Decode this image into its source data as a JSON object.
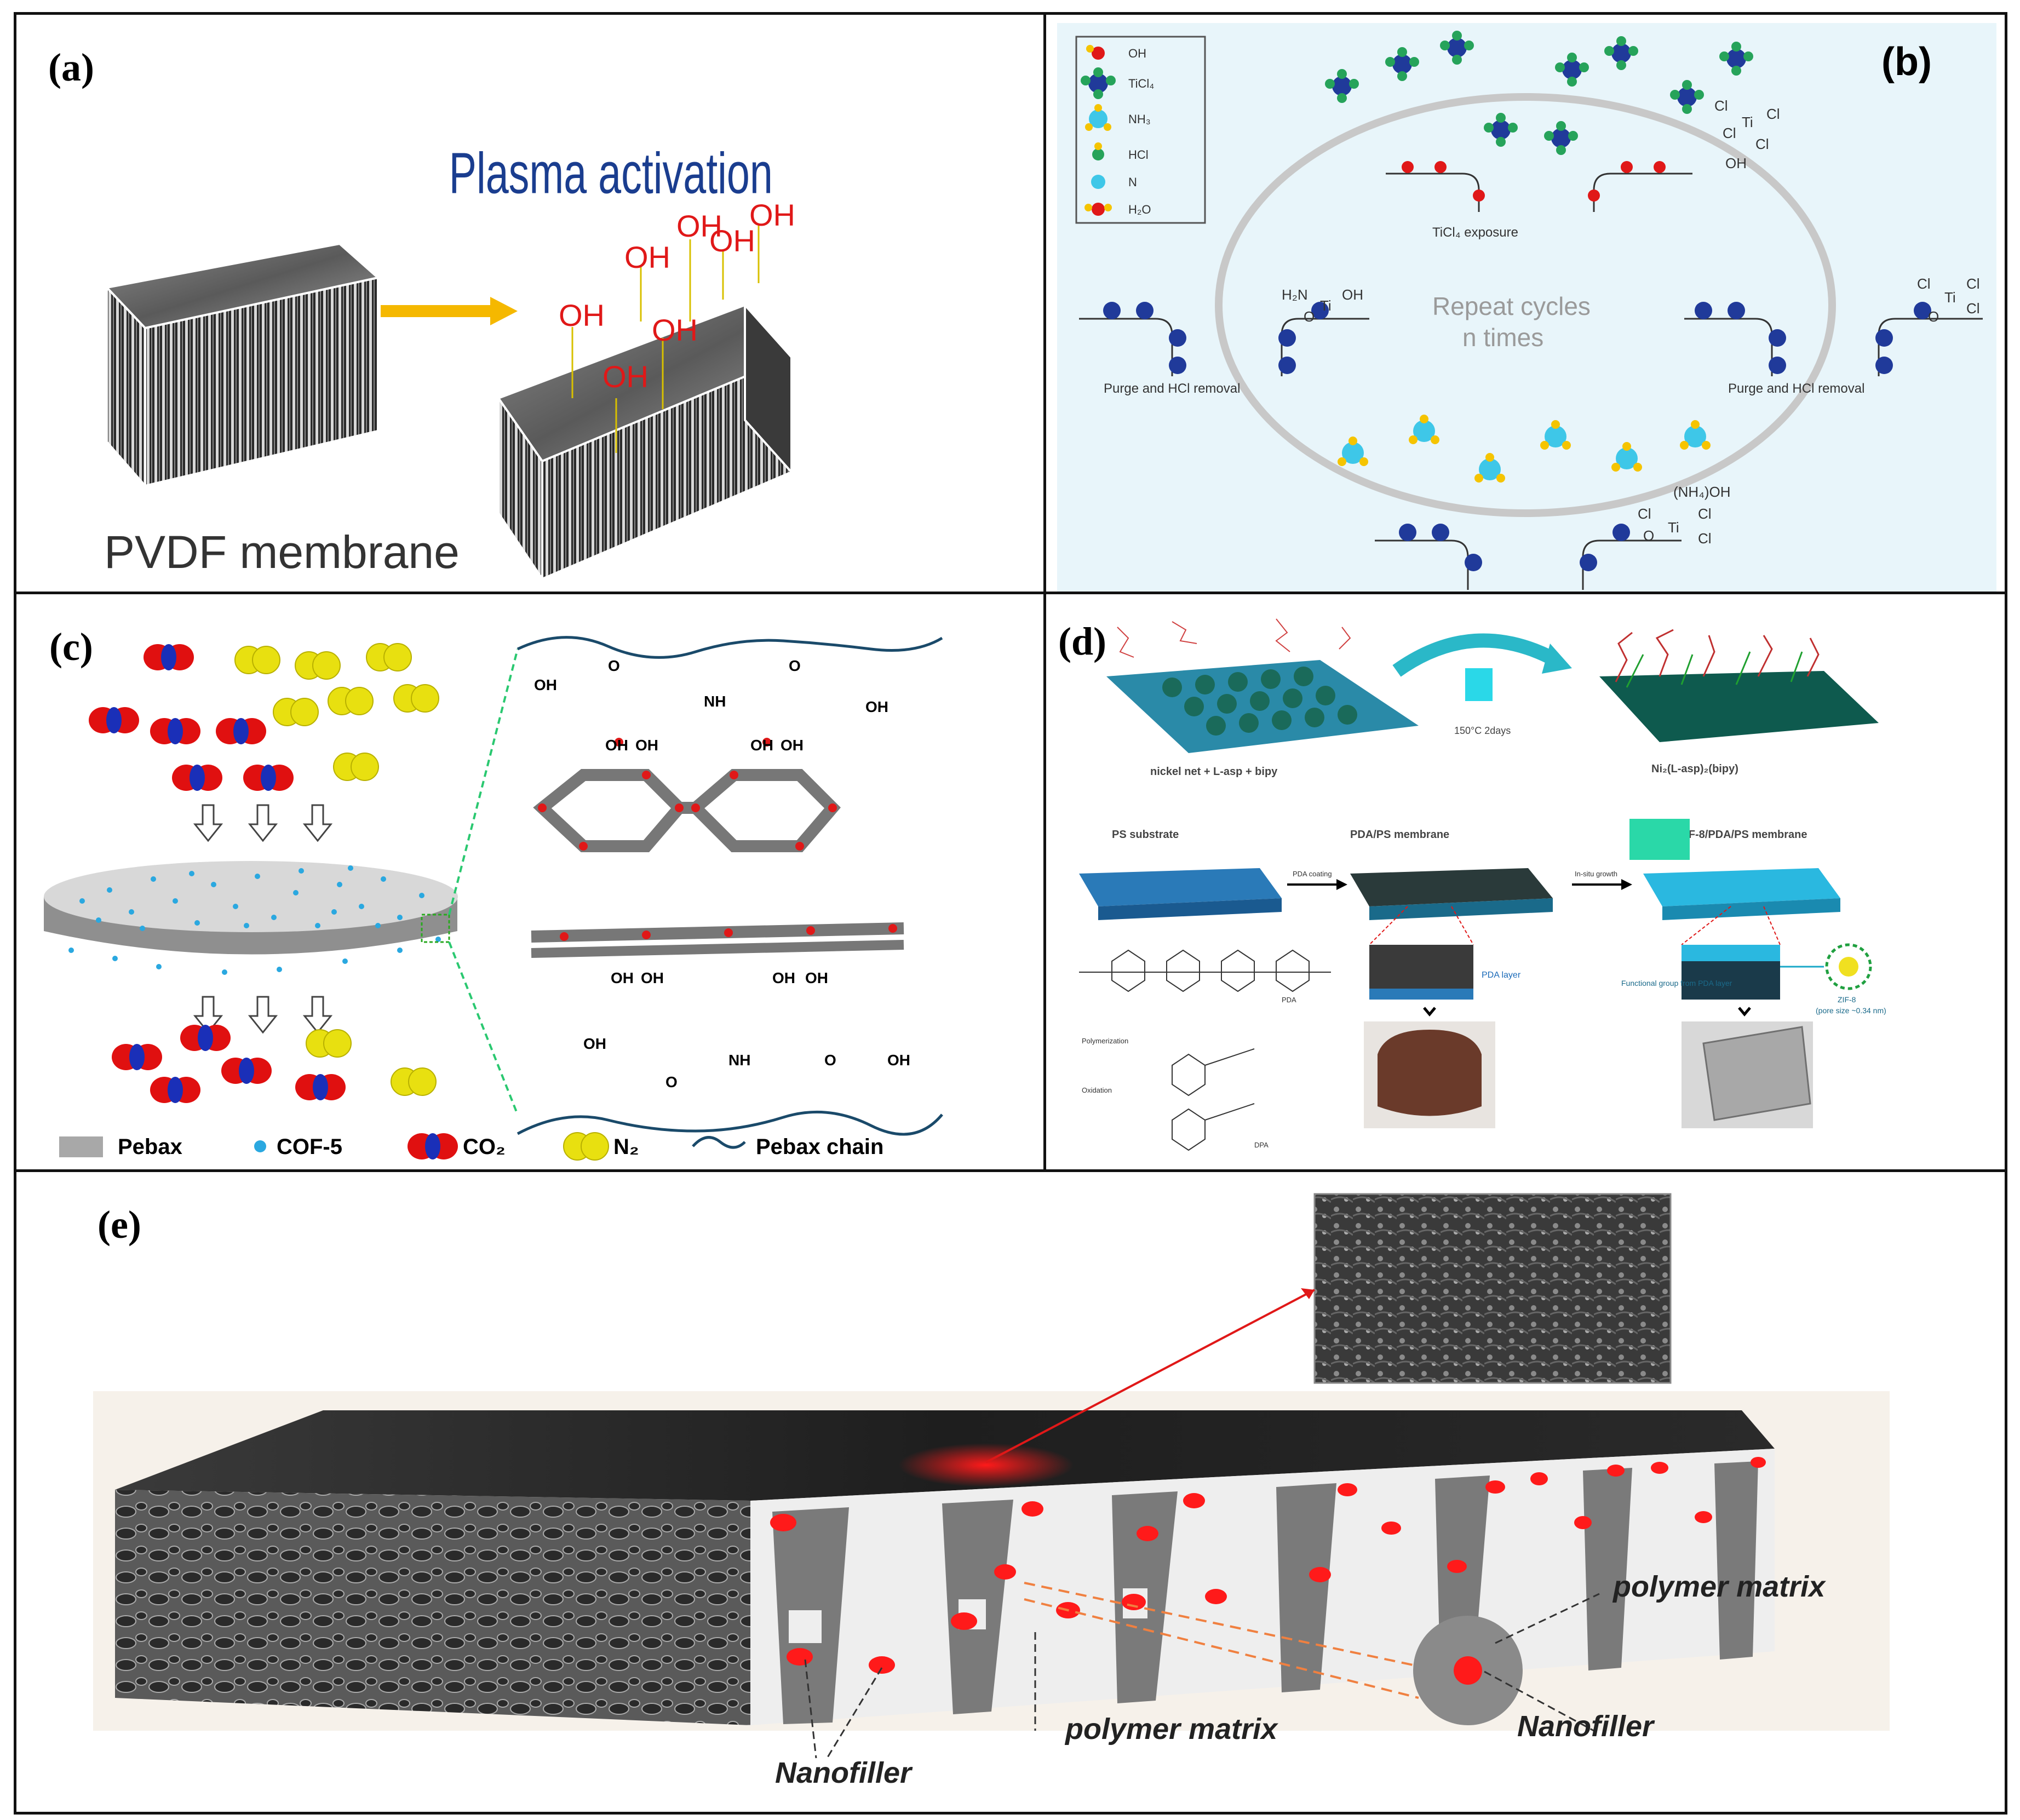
{
  "panels": {
    "a": {
      "label": "(a)",
      "title": "Plasma activation",
      "oh": "OH",
      "membrane": "PVDF membrane"
    },
    "b": {
      "label": "(b)",
      "legend": [
        "OH",
        "TiCl₄",
        "NH₃",
        "HCl",
        "N",
        "H₂O"
      ],
      "tickcl4": "TiCl₄ exposure",
      "center1": "Repeat cycles",
      "center2": "n times",
      "purge": "Purge and HCl removal",
      "cl": "Cl",
      "ti": "Ti",
      "oh": "OH",
      "o": "O",
      "h2n": "H₂N",
      "nh4oh": "(NH₄)OH"
    },
    "c": {
      "label": "(c)",
      "legend": {
        "pebax": "Pebax",
        "cof": "COF-5",
        "co2": "CO₂",
        "n2": "N₂",
        "chain": "Pebax chain"
      },
      "oh": "OH",
      "o": "O",
      "nh": "NH"
    },
    "d": {
      "label": "(d)",
      "left": "nickel net + L-asp + bipy",
      "right": "Ni₂(L-asp)₂(bipy)",
      "temp": "150°C 2days",
      "ps": "PS substrate",
      "pda": "PDA/PS membrane",
      "zif": "ZIF-8/PDA/PS membrane",
      "pdacoat": "PDA coating",
      "insitu": "In-situ growth",
      "pdalayer": "PDA layer",
      "pdalabel": "PDA",
      "dpa": "DPA",
      "zif8": "ZIF-8",
      "pore": "(pore size ~0.34 nm)",
      "funct": "Functional group from PDA layer",
      "poly": "Polymerization",
      "oxid": "Oxidation"
    },
    "e": {
      "label": "(e)",
      "polymer_matrix": "polymer matrix",
      "nanofiller": "Nanofiller"
    }
  },
  "colors": {
    "ohRed": "#e01818",
    "plasmaBlue": "#1a3d8f",
    "arrowYellow": "#f5b800",
    "bgB": "#e8f5fa",
    "co2Red": "#e01010",
    "co2Blue": "#1a2fb8",
    "n2Yellow": "#e8e010",
    "cofBlue": "#2aa8e0",
    "chainBlue": "#1a4a6a",
    "nanoRed": "#ff1a1a"
  }
}
